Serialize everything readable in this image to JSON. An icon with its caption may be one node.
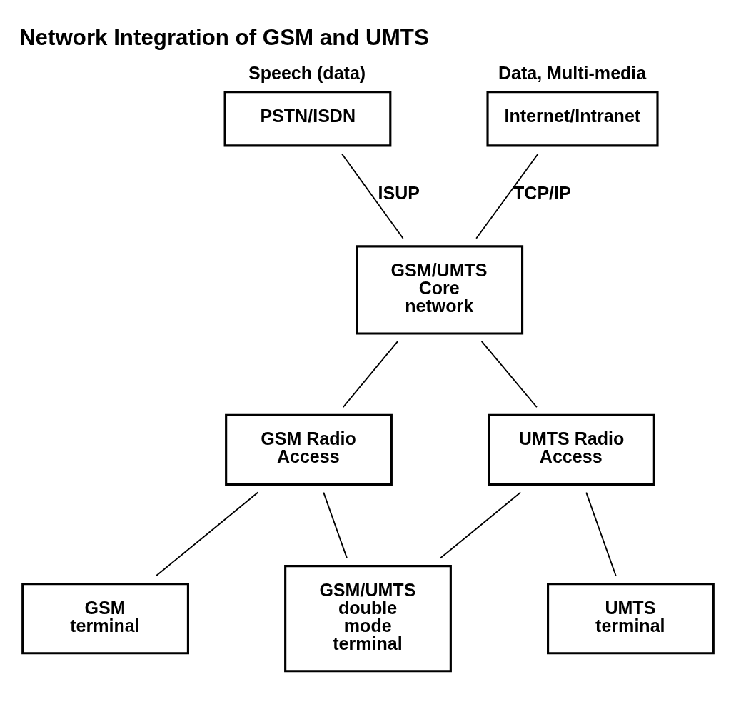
{
  "diagram": {
    "title": "Network Integration of GSM and UMTS",
    "nodes": [
      {
        "text": [
          "PSTN/ISDN"
        ],
        "beside": [
          "Speech (data)"
        ]
      },
      {
        "text": [
          "Internet/Intranet"
        ],
        "beside": [
          "Data, Multi-media"
        ]
      },
      {
        "text": [
          "GSM/UMTS Core network"
        ]
      },
      {
        "text": [
          "GSM Radio Access"
        ]
      },
      {
        "text": [
          "UMTS Radio Access"
        ]
      },
      {
        "text": [
          "GSM terminal"
        ]
      },
      {
        "text": [
          "GSM/UMTS double mode terminal"
        ]
      },
      {
        "text": [
          "UMTS terminal"
        ]
      }
    ],
    "edges": [
      {
        "from": 0,
        "to": 2,
        "arrow": "none",
        "label": "ISUP"
      },
      {
        "from": 1,
        "to": 2,
        "arrow": "none",
        "label": "TCP/IP"
      },
      {
        "from": 2,
        "to": 3,
        "arrow": "none"
      },
      {
        "from": 2,
        "to": 4,
        "arrow": "none"
      },
      {
        "from": 3,
        "to": 5,
        "arrow": "none"
      },
      {
        "from": 3,
        "to": 6,
        "arrow": "none"
      },
      {
        "from": 4,
        "to": 6,
        "arrow": "none"
      },
      {
        "from": 4,
        "to": 7,
        "arrow": "none"
      }
    ]
  }
}
